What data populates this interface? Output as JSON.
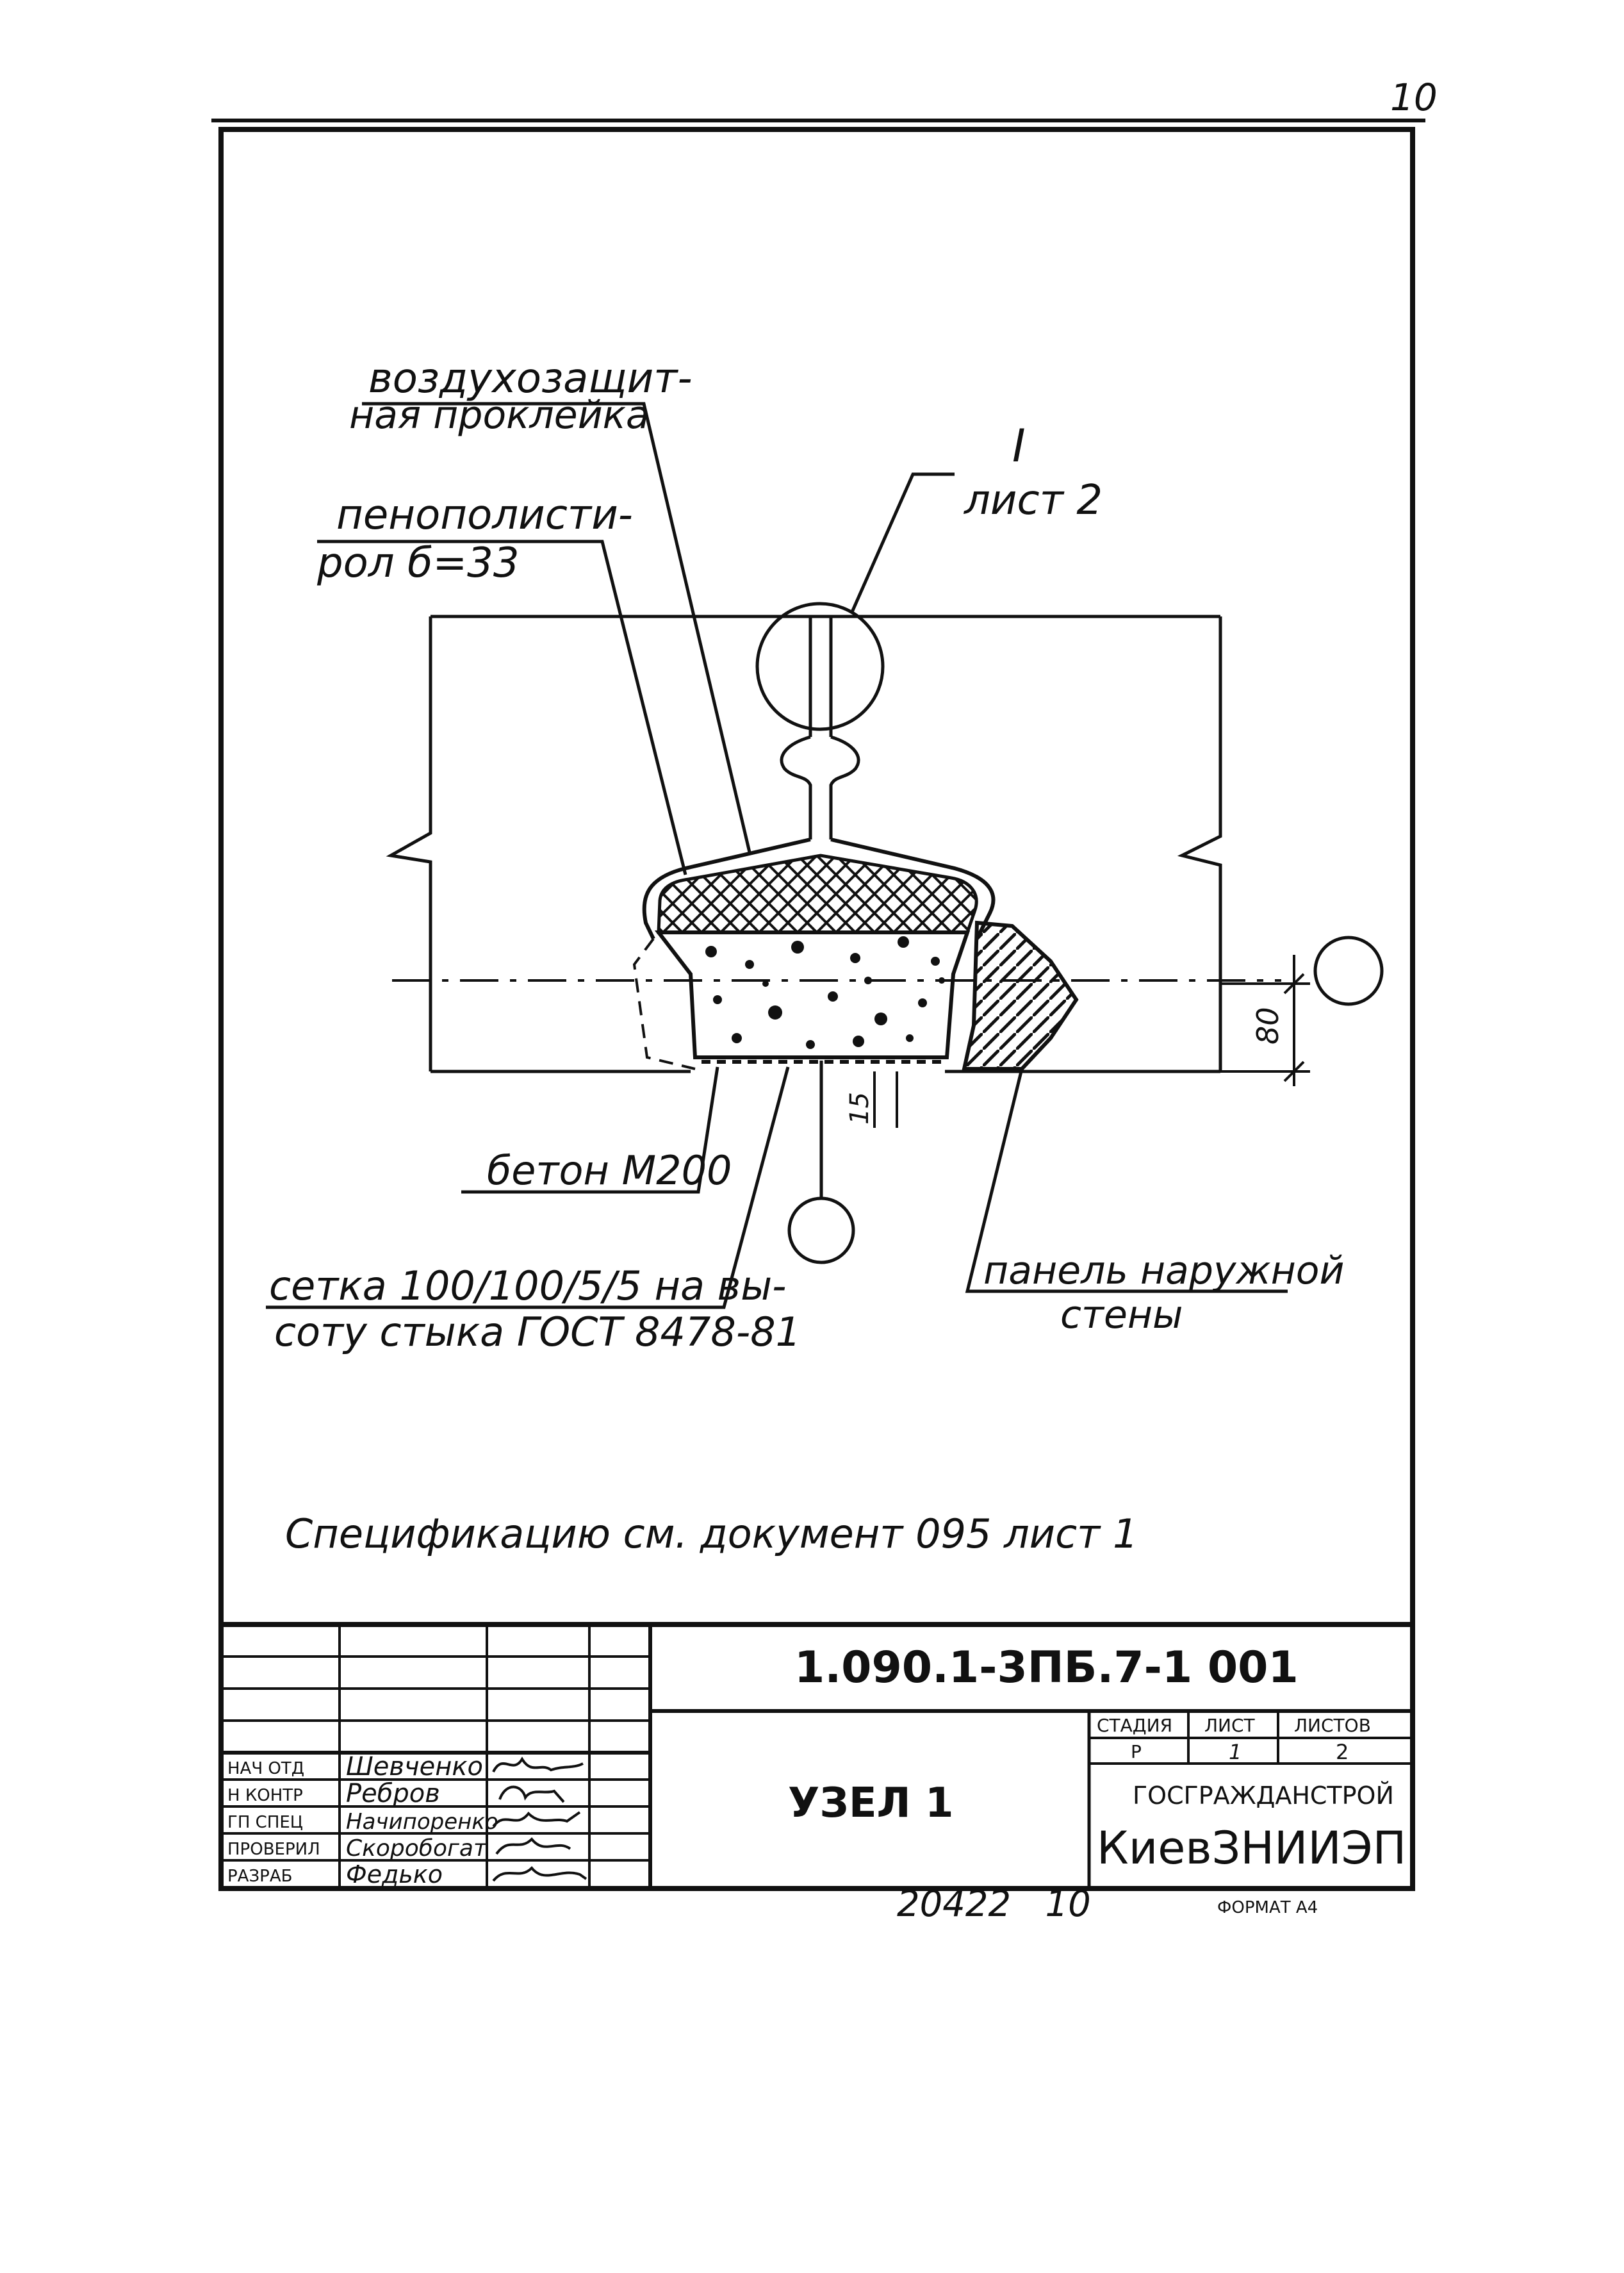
{
  "page_number": "10",
  "callouts": {
    "air_seal_line1": "воздухозащит-",
    "air_seal_line2": "ная проклейка",
    "foam_line1": "пенополисти-",
    "foam_line2": "рол б=33",
    "detail_ref_numeral": "I",
    "detail_ref_sheet": "лист 2",
    "concrete": "бетон М200",
    "mesh_line1": "сетка 100/100/5/5 на вы-",
    "mesh_line2": "соту стыка ГОСТ 8478-81",
    "panel_line1": "панель наружной",
    "panel_line2": "стены",
    "dim_80": "80",
    "dim_15": "15"
  },
  "specification_note": "Спецификацию см. документ 095 лист 1",
  "title_block": {
    "document_code": "1.090.1-3ПБ.7-1  001",
    "drawing_title": "УЗЕЛ 1",
    "stage_header": "СТАДИЯ",
    "sheet_header": "ЛИСТ",
    "sheets_header": "ЛИСТОВ",
    "stage_value": "Р",
    "sheet_value": "1",
    "sheets_value": "2",
    "organization_line1": "ГОСГРАЖДАНСТРОЙ",
    "organization_line2": "КиевЗНИИЭП",
    "roles": [
      {
        "role": "НАЧ ОТД",
        "name": "Шевченко"
      },
      {
        "role": "Н КОНТР",
        "name": "Ребров"
      },
      {
        "role": "ГП СПЕЦ",
        "name": "Начипоренко"
      },
      {
        "role": "ПРОВЕРИЛ",
        "name": "Скоробогат"
      },
      {
        "role": "РАЗРАБ",
        "name": "Федько"
      }
    ]
  },
  "bottom_inventory": "20422   10",
  "format_label": "ФОРМАТ А4"
}
